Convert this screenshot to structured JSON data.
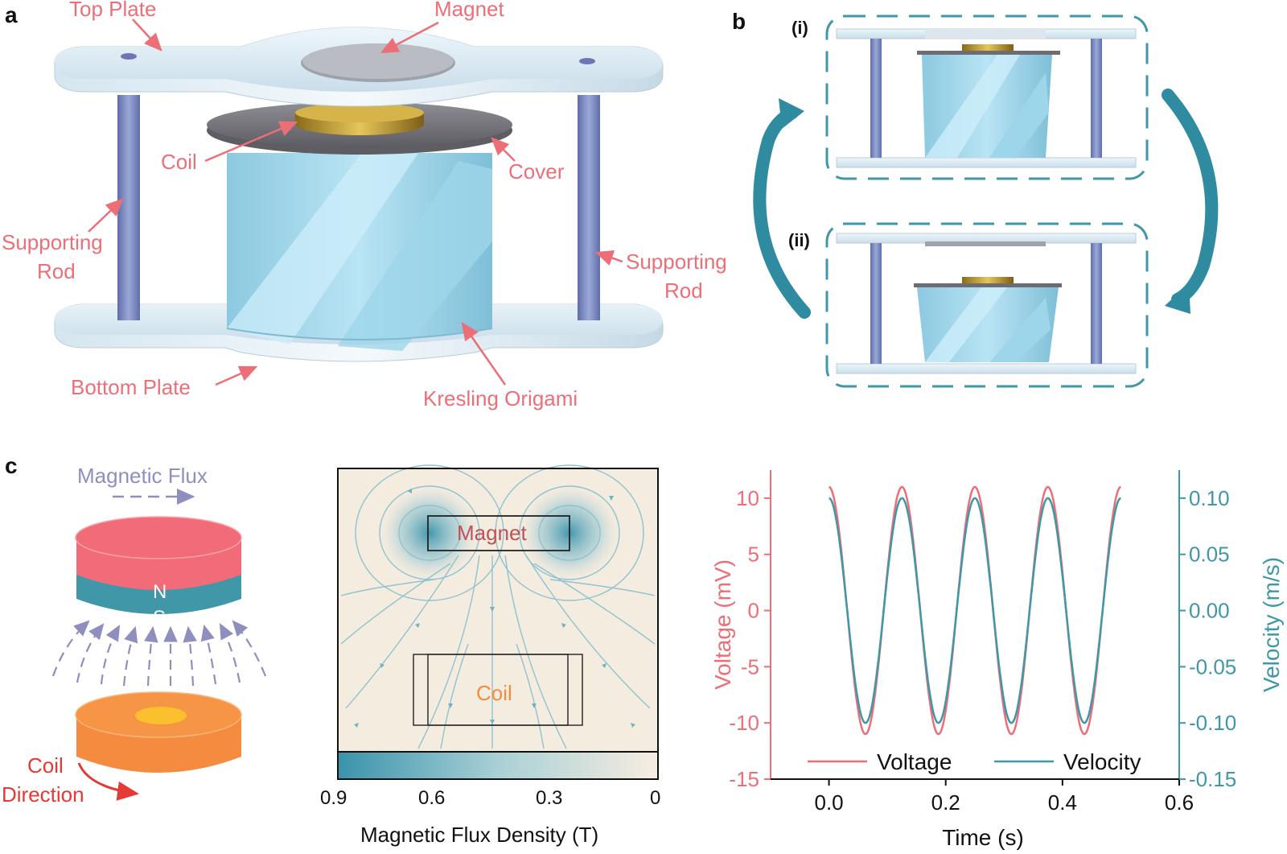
{
  "panels": {
    "a": {
      "letter": "a",
      "labels": {
        "top_plate": "Top Plate",
        "magnet": "Magnet",
        "coil": "Coil",
        "cover": "Cover",
        "supporting_rod_left_1": "Supporting",
        "supporting_rod_left_2": "Rod",
        "supporting_rod_right_1": "Supporting",
        "supporting_rod_right_2": "Rod",
        "bottom_plate": "Bottom Plate",
        "kresling_origami": "Kresling Origami"
      }
    },
    "b": {
      "letter": "b",
      "state_i": "(i)",
      "state_ii": "(ii)"
    },
    "c": {
      "letter": "c",
      "flux_label": "Magnetic Flux",
      "north": "N",
      "south": "S",
      "coil_direction_1": "Coil",
      "coil_direction_2": "Direction",
      "field_map": {
        "magnet_label": "Magnet",
        "coil_label": "Coil",
        "colorbar_ticks": [
          "0.9",
          "0.6",
          "0.3",
          "0"
        ],
        "colorbar_title": "Magnetic Flux Density (T)"
      }
    }
  },
  "colors": {
    "label_pink": "#ec6f78",
    "teal": "#3f97a8",
    "arrow_teal": "#2e8ba0",
    "dash_box": "#3f97a8",
    "magnet_red": "#f26b78",
    "magnet_teal": "#3f97a8",
    "coil_orange": "#f58b3f",
    "coil_center": "#fbc02d",
    "flux_purple": "#8e8fbe"
  },
  "chart_data": {
    "type": "line",
    "xlabel": "Time (s)",
    "ylabel_left": "Voltage (mV)",
    "ylabel_right": "Velocity (m/s)",
    "xlim": [
      -0.1,
      0.6
    ],
    "ylim_left": [
      -15,
      12.5
    ],
    "ylim_right": [
      -0.15,
      0.125
    ],
    "x_ticks": [
      "0.0",
      "0.2",
      "0.4",
      "0.6"
    ],
    "y_ticks_left": [
      "10",
      "5",
      "0",
      "-5",
      "-10",
      "-15"
    ],
    "y_ticks_right": [
      "0.10",
      "0.05",
      "0.00",
      "-0.05",
      "-0.10",
      "-0.15"
    ],
    "legend_position": "bottom",
    "series": [
      {
        "name": "Voltage",
        "axis": "left",
        "color": "#ec6f78",
        "amplitude": 11,
        "frequency_hz": 8,
        "phase_peak_t": 0.0,
        "t_range": [
          0,
          0.5
        ]
      },
      {
        "name": "Velocity",
        "axis": "right",
        "color": "#3f97a8",
        "amplitude": 0.1,
        "frequency_hz": 8,
        "phase_peak_t": 0.0,
        "t_range": [
          0,
          0.5
        ]
      }
    ]
  }
}
